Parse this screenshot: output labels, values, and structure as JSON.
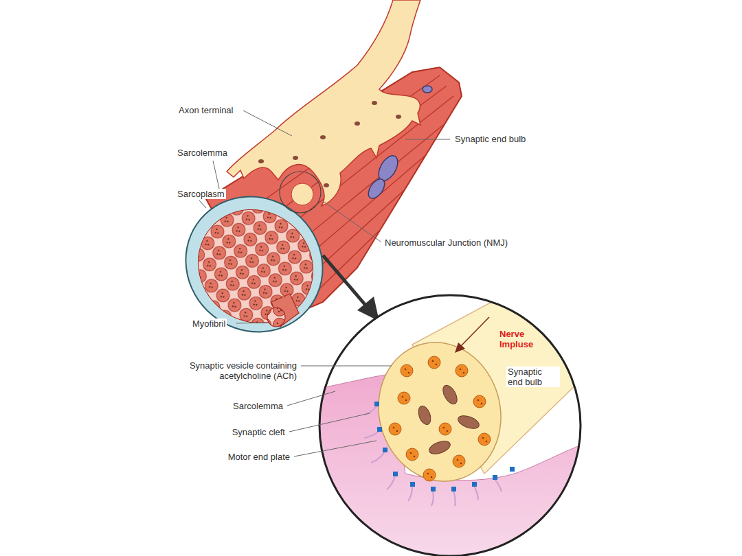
{
  "diagram": {
    "labels": [
      "Axon terminal",
      "Synaptic end bulb",
      "Sarcolemma",
      "Sarcoplasm",
      "Neuromuscular Junction (NMJ)",
      "Myofibril",
      "Synaptic vesicle containing acetylcholine (ACh)",
      "Nerve Impluse",
      "Synaptic end bulb",
      "Sarcolemma",
      "Synaptic cleft",
      "Motor end plate"
    ]
  }
}
